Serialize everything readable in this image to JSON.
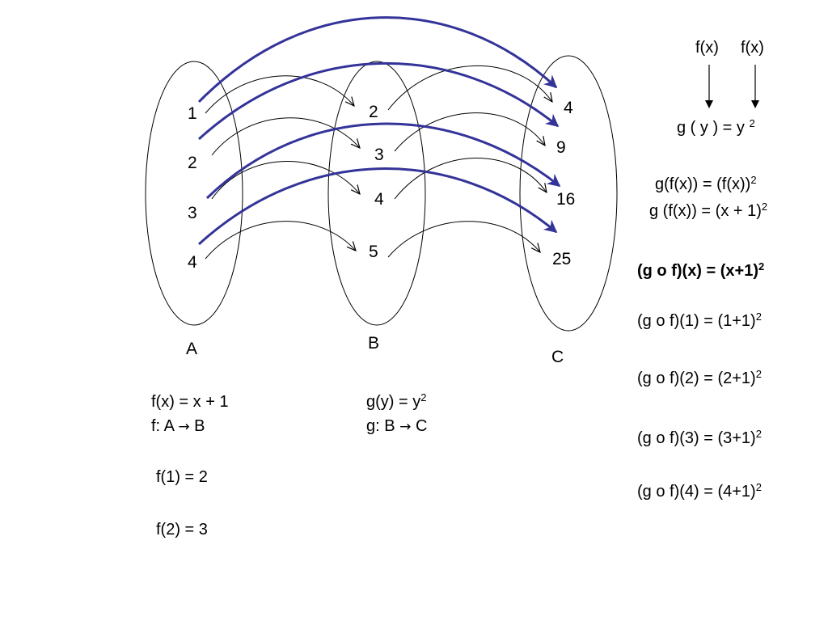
{
  "sets": {
    "a": {
      "label": "A",
      "elements": [
        "1",
        "2",
        "3",
        "4"
      ]
    },
    "b": {
      "label": "B",
      "elements": [
        "2",
        "3",
        "4",
        "5"
      ]
    },
    "c": {
      "label": "C",
      "elements": [
        "4",
        "9",
        "16",
        "25"
      ]
    }
  },
  "right_panel": {
    "fx_left": "f(x)",
    "fx_right": "f(x)",
    "g_of_y": {
      "text": "g ( y ) = y ",
      "exp": "2"
    },
    "gfx_1": {
      "text": "g(f(x)) = (f(x))",
      "exp": "2"
    },
    "gfx_2": {
      "text": "g (f(x)) = (x + 1)",
      "exp": "2"
    },
    "composite": {
      "text": "(g o f)(x) = (x+1)",
      "exp": "2"
    },
    "evals": [
      {
        "text": "(g o f)(1) = (1+1)",
        "exp": "2"
      },
      {
        "text": "(g o f)(2) = (2+1)",
        "exp": "2"
      },
      {
        "text": "(g o f)(3) = (3+1)",
        "exp": "2"
      },
      {
        "text": "(g o f)(4) = (4+1)",
        "exp": "2"
      }
    ]
  },
  "f_def": {
    "rule": "f(x) = x + 1",
    "map_prefix": "f: A ",
    "map_arrow": "→",
    "map_suffix": " B",
    "examples": [
      "f(1) = 2",
      "f(2) = 3"
    ]
  },
  "g_def": {
    "rule_text": "g(y) = y",
    "rule_exp": "2",
    "map_prefix": "g: B ",
    "map_arrow": "→",
    "map_suffix": " C"
  },
  "colors": {
    "composite_arrow": "#333399",
    "mapping_arrow": "#000000"
  }
}
